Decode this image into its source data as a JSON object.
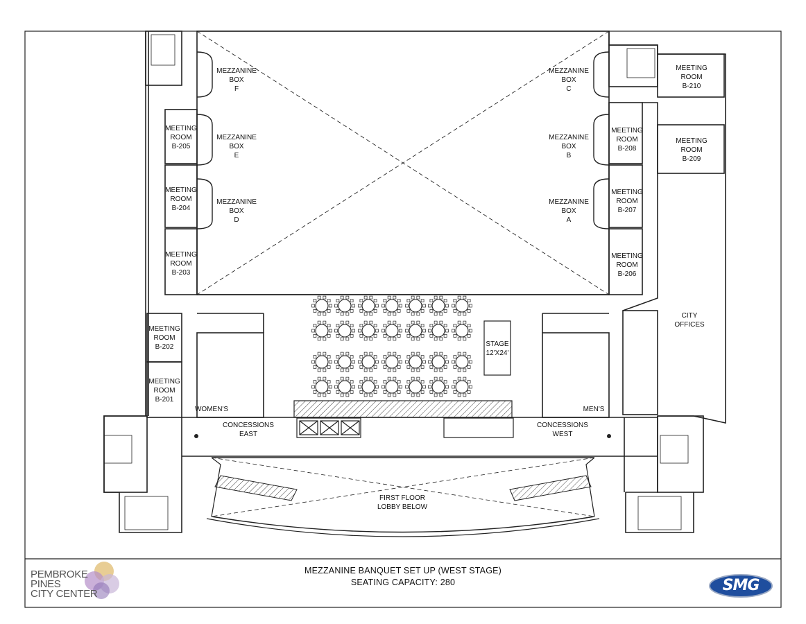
{
  "title": {
    "line1": "MEZZANINE BANQUET SET UP (WEST STAGE)",
    "line2": "SEATING CAPACITY:  280"
  },
  "logo": {
    "line1": "PEMBROKE",
    "line2": "PINES",
    "line3": "CITY CENTER",
    "colors": [
      "#e2c079",
      "#b58fc9",
      "#c9b6d8",
      "#8a6fb3"
    ]
  },
  "smg_logo": {
    "text": "SMG",
    "color": "#1f4e9e"
  },
  "rooms": {
    "box_f": [
      "MEZZANINE",
      "BOX",
      "F"
    ],
    "box_e": [
      "MEZZANINE",
      "BOX",
      "E"
    ],
    "box_d": [
      "MEZZANINE",
      "BOX",
      "D"
    ],
    "box_c": [
      "MEZZANINE",
      "BOX",
      "C"
    ],
    "box_b": [
      "MEZZANINE",
      "BOX",
      "B"
    ],
    "box_a": [
      "MEZZANINE",
      "BOX",
      "A"
    ],
    "b205": [
      "MEETING",
      "ROOM",
      "B-205"
    ],
    "b204": [
      "MEETING",
      "ROOM",
      "B-204"
    ],
    "b203": [
      "MEETING",
      "ROOM",
      "B-203"
    ],
    "b202": [
      "MEETING",
      "ROOM",
      "B-202"
    ],
    "b201": [
      "MEETING",
      "ROOM",
      "B-201"
    ],
    "b210": [
      "MEETING",
      "ROOM",
      "B-210"
    ],
    "b209": [
      "MEETING",
      "ROOM",
      "B-209"
    ],
    "b208": [
      "MEETING",
      "ROOM",
      "B-208"
    ],
    "b207": [
      "MEETING",
      "ROOM",
      "B-207"
    ],
    "b206": [
      "MEETING",
      "ROOM",
      "B-206"
    ],
    "city_offices": [
      "CITY",
      "OFFICES"
    ],
    "stage": [
      "STAGE",
      "12'X24'"
    ],
    "womens": "WOMEN'S",
    "mens": "MEN'S",
    "concessions_east": [
      "CONCESSIONS",
      "EAST"
    ],
    "concessions_west": [
      "CONCESSIONS",
      "WEST"
    ],
    "lobby": [
      "FIRST FLOOR",
      "LOBBY BELOW"
    ]
  },
  "banquet": {
    "rows": 4,
    "tables_per_row": 7,
    "chairs_per_table": 10
  }
}
